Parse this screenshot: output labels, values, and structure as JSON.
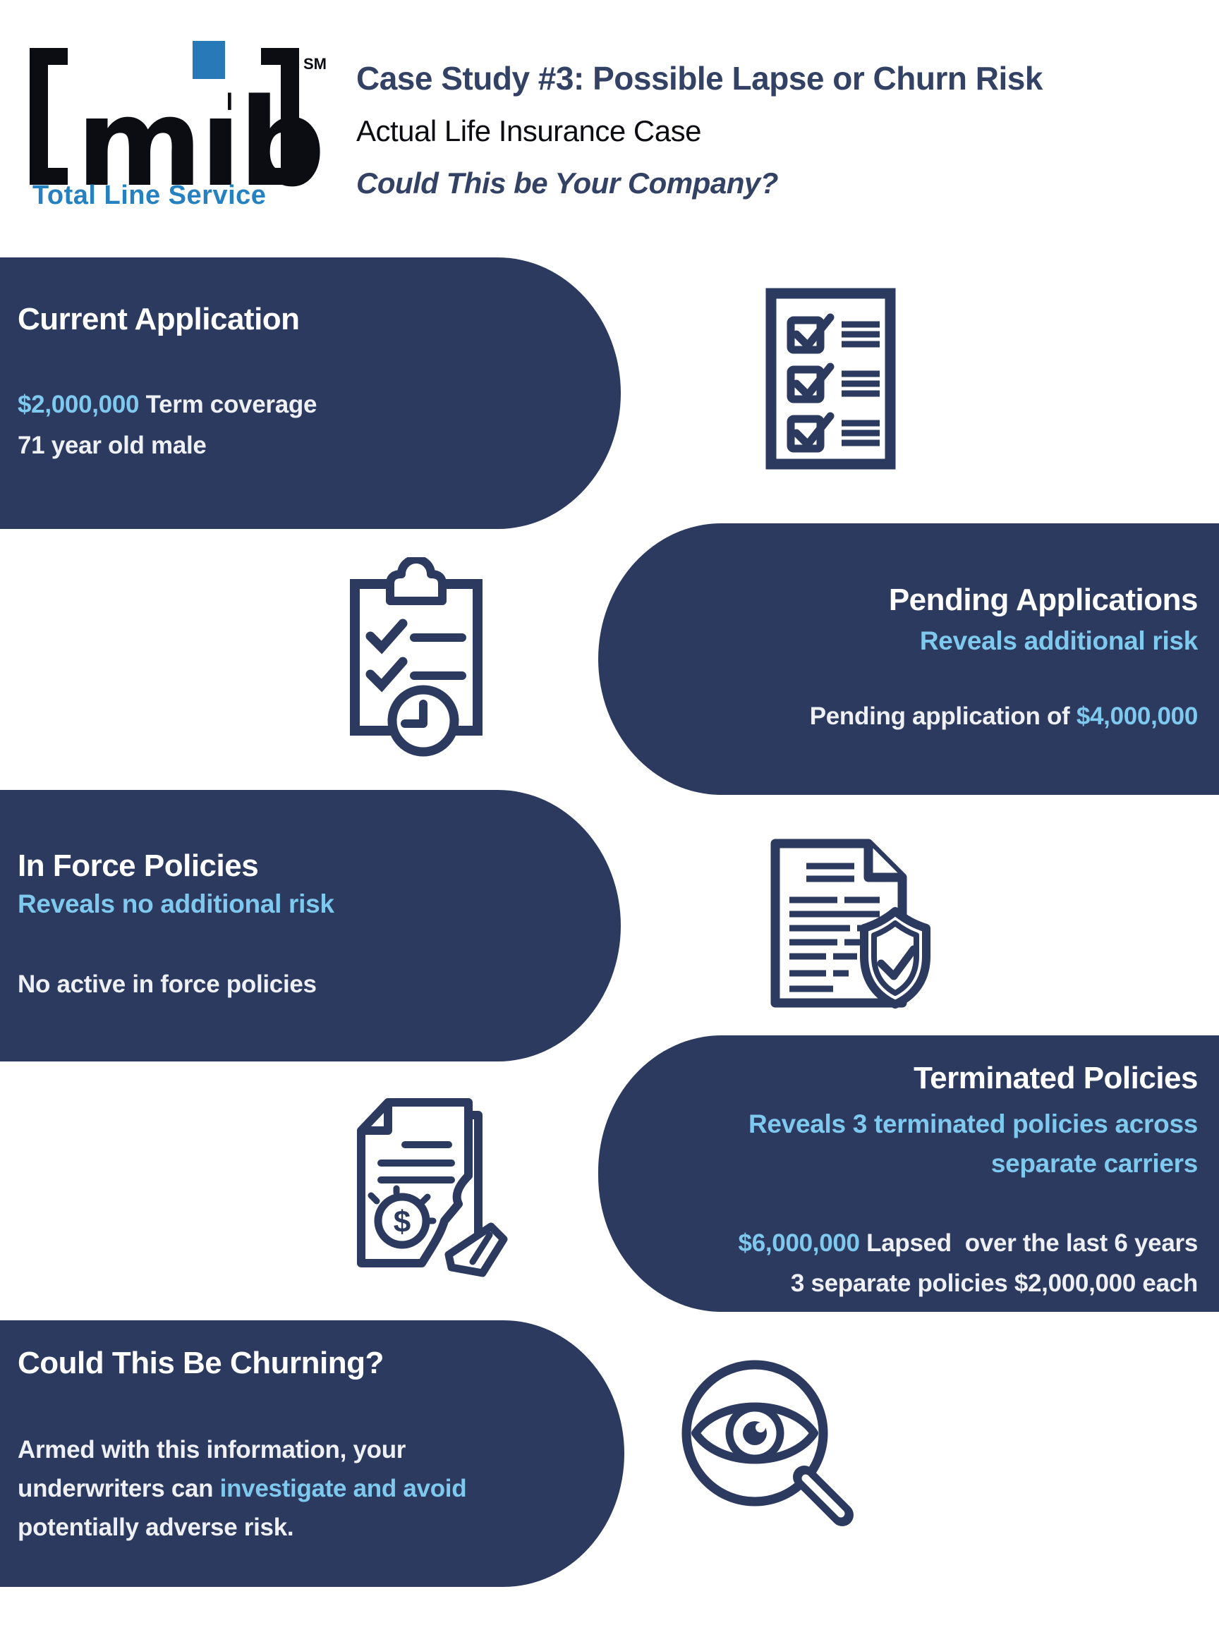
{
  "colors": {
    "panel_navy": "#2b3a5e",
    "accent_light_blue": "#7fc9ef",
    "title_navy": "#334264",
    "tagline_blue": "#2581c0",
    "logo_black": "#0c0d12",
    "logo_square_blue": "#2879b8"
  },
  "header": {
    "logo": {
      "letters": "mib",
      "sm_mark": "SM",
      "tagline": "Total Line Service"
    },
    "title": "Case Study #3: Possible Lapse or Churn Risk",
    "subtitle": "Actual Life Insurance Case",
    "question": "Could This be Your Company?"
  },
  "section1": {
    "heading": "Current Application",
    "amount": "$2,000,000",
    "amount_rest": " Term coverage",
    "line2": "71 year old male"
  },
  "section2": {
    "heading": "Pending Applications",
    "subtitle": "Reveals additional risk",
    "body_prefix": "Pending application of ",
    "body_amount": "$4,000,000"
  },
  "section3": {
    "heading": "In Force Policies",
    "subtitle": "Reveals no additional risk",
    "body": "No active in force policies"
  },
  "section4": {
    "heading": "Terminated Policies",
    "subtitle_line1": "Reveals 3 terminated policies across",
    "subtitle_line2": "separate carriers",
    "body1_amount": "$6,000,000",
    "body1_rest": " Lapsed  over the last 6 years",
    "body2": "3 separate policies $2,000,000 each"
  },
  "section5": {
    "heading": "Could This Be Churning?",
    "body_line1": "Armed with this information, your",
    "body_line2_prefix": "underwriters can ",
    "body_line2_accent": "investigate and avoid",
    "body_line3": "potentially adverse risk."
  },
  "icons": {
    "checklist_document": "checklist-document-icon",
    "clipboard_tasks_clock": "clipboard-tasks-clock-icon",
    "document_shield_check": "document-shield-check-icon",
    "torn_policy_dollar": "torn-policy-document-icon",
    "magnifier_eye": "magnifier-eye-icon",
    "coin_symbol": "$"
  }
}
